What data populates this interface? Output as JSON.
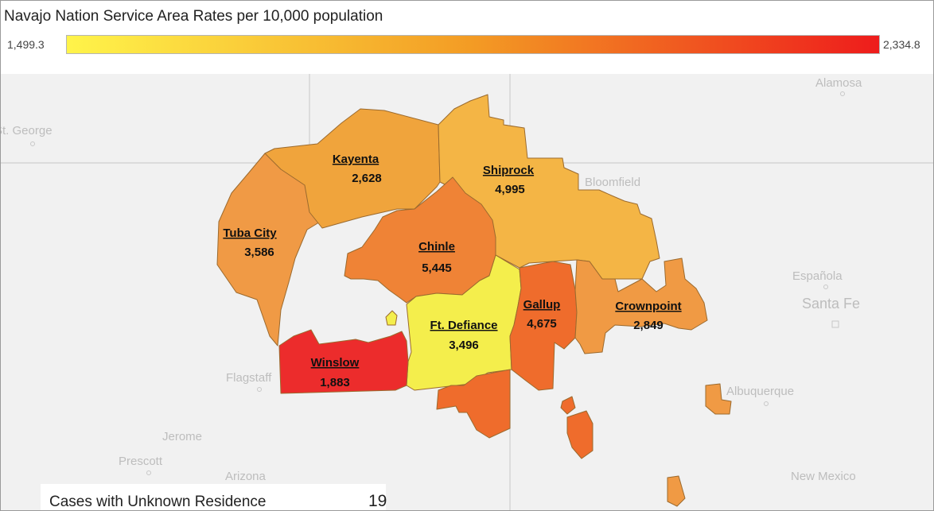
{
  "title": "Navajo Nation Service Area Rates per 10,000 population",
  "legend": {
    "min_label": "1,499.3",
    "max_label": "2,334.8",
    "min_value": 1499.3,
    "max_value": 2334.8,
    "color_low": "#fff44a",
    "color_mid": "#f39b24",
    "color_high": "#ee1c1c"
  },
  "colors": {
    "map_background": "#f1f1f1",
    "border_lines": "#d4d4d4",
    "city_label": "#bdbdbd"
  },
  "map": {
    "cities": [
      "Alamosa",
      "St. George",
      "Bloomfield",
      "Española",
      "Santa Fe",
      "Flagstaff",
      "Albuquerque",
      "Jerome",
      "Prescott",
      "Arizona",
      "New Mexico"
    ],
    "regions": [
      {
        "name": "Kayenta",
        "value": "2,628",
        "color": "#f0a43c"
      },
      {
        "name": "Shiprock",
        "value": "4,995",
        "color": "#f4b545"
      },
      {
        "name": "Tuba City",
        "value": "3,586",
        "color": "#f09a45"
      },
      {
        "name": "Chinle",
        "value": "5,445",
        "color": "#ef8336"
      },
      {
        "name": "Ft. Defiance",
        "value": "3,496",
        "color": "#f4ee4c"
      },
      {
        "name": "Gallup",
        "value": "4,675",
        "color": "#ef6c2c"
      },
      {
        "name": "Crownpoint",
        "value": "2,849",
        "color": "#f09a44"
      },
      {
        "name": "Winslow",
        "value": "1,883",
        "color": "#ec2c2c"
      }
    ]
  },
  "unknown": {
    "label": "Cases with Unknown Residence",
    "value": "19"
  }
}
